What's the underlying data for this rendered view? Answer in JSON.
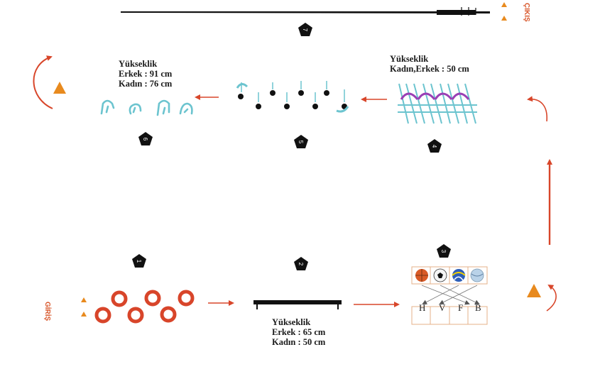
{
  "entrance_label": "GİRİŞ",
  "exit_label": "ÇIKIŞ",
  "station_numbers": [
    "1",
    "2",
    "3",
    "4",
    "5",
    "6",
    "7"
  ],
  "station2": {
    "title": "Yükseklik",
    "line1": "Erkek : 65 cm",
    "line2": "Kadın : 50 cm"
  },
  "station4": {
    "title": "Yükseklik",
    "line1": "Kadın,Erkek : 50 cm"
  },
  "station6": {
    "title": "Yükseklik",
    "line1": "Erkek : 91 cm",
    "line2": "Kadın : 76 cm"
  },
  "station3_targets": [
    "H",
    "V",
    "F",
    "B"
  ],
  "station3_balls": [
    "basketball-icon",
    "football-icon",
    "volleyball-icon",
    "handball-icon"
  ],
  "colors": {
    "arrow": "#d8462a",
    "hurdle": "#6cc4cf",
    "cone": "#e88a1e",
    "ring": "#d8452a",
    "accent": "#9a3fb5"
  }
}
